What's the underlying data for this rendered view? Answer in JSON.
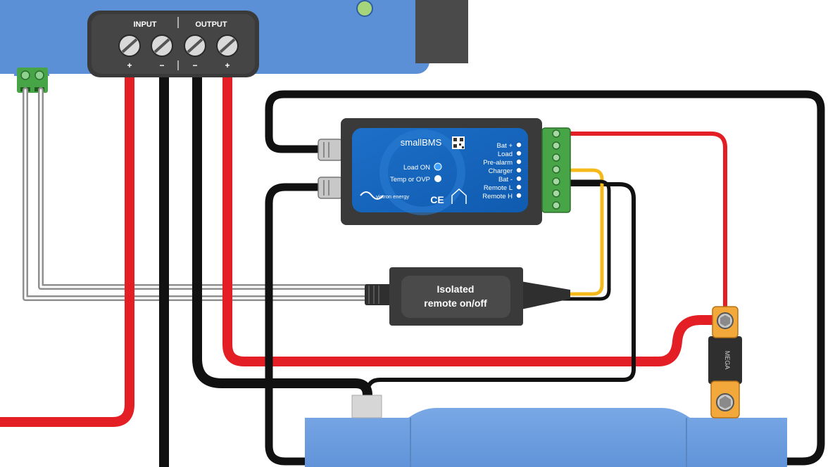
{
  "terminal_block": {
    "input_label": "INPUT",
    "output_label": "OUTPUT",
    "polarity": [
      "+",
      "−",
      "−",
      "+"
    ]
  },
  "smallbms": {
    "title": "smallBMS",
    "load_on": "Load ON",
    "temp_ovp": "Temp or OVP",
    "brand": "victron energy",
    "ce_mark": "CE",
    "pins": [
      "Bat +",
      "Load",
      "Pre-alarm",
      "Charger",
      "Bat -",
      "Remote L",
      "Remote H"
    ]
  },
  "remote_cable": {
    "line1": "Isolated",
    "line2": "remote on/off"
  },
  "fuse": {
    "label": "MEGA"
  },
  "colors": {
    "red": "#e31e24",
    "black": "#111111",
    "grey": "#8f8f8f",
    "yellow": "#f6b91a",
    "victron_blue": "#5b8fd6",
    "battery_blue": "#6d9de0",
    "green_connector": "#47a447",
    "module_dark": "#3a3a3a"
  }
}
